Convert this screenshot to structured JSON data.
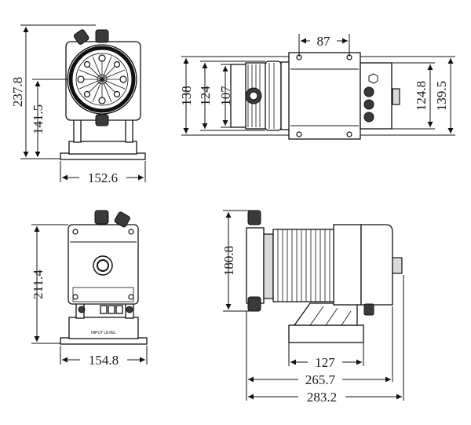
{
  "views": {
    "front_top": {
      "dimensions": {
        "height_total": "237.8",
        "height_center": "141.5",
        "width_base": "152.6"
      }
    },
    "top_view": {
      "dimensions": {
        "bolt_spacing": "87",
        "height_138": "138",
        "height_124": "124",
        "height_107": "107",
        "height_124_8": "124.8",
        "height_139_5": "139.5"
      }
    },
    "front_bottom": {
      "dimensions": {
        "height_total": "211.4",
        "width_base": "154.8"
      },
      "label_text": "INPUT LEVEL"
    },
    "side_view": {
      "dimensions": {
        "height_head": "180.8",
        "length_127": "127",
        "length_265_7": "265.7",
        "length_283_2": "283.2"
      }
    }
  }
}
